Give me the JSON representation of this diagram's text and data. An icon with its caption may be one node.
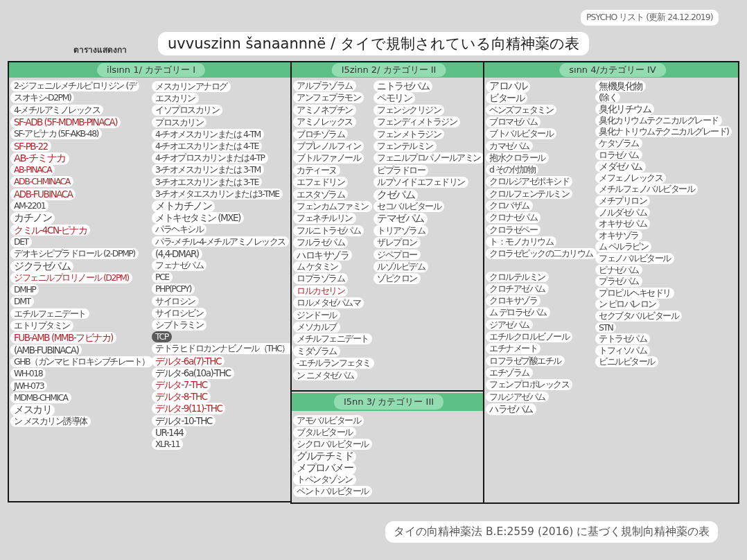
{
  "diagram": {
    "title": "uvvuszinn šanaannnë / タイで規制されている向精神薬の表",
    "caption": "タイの向精神薬法 B.E:2559 (2016) に基づく規制向精神薬の表",
    "nodes": [
      {
        "text": [
          "ilsınn 1/ カテゴリー I",
          "2-ジフェニルメチルピロリジン (デ",
          "スオキシ-D2PM)",
          "4-メチルアミノレックス",
          "SF-ADB (5F-MDMB-PINACA)",
          "SF-アピナカ (5F-AKB-48)",
          "SF-PB-22",
          "AB-チミナカ",
          "AB-PINACA",
          "ADB-CHMINACA",
          "ADB-FUBINACA",
          "AM-2201",
          "カチノン",
          "クミル-4CN-ピナカ",
          "DET",
          "デオキシピプラドロール (2-DPMP)",
          "ジクラゼパム",
          "ジフェニルプロリノール (D2PM)",
          "DMHP",
          "DMT",
          "エチルフェニデート",
          "エトリプタミン",
          "FUB-AMB (MMB-フビナカ)",
          "(AMB-FUBINACA)",
          "GHB（ガンマヒドロキシブチレート）",
          "WH-018",
          "JWH-073",
          "MDMB-CHMICA",
          "メスカリ",
          "ン メスカリン誘導体",
          "メスカリンアナログ",
          "エスカリン",
          "イソプロスカリン",
          "プロスカリン",
          "4-チオメスカリンまたは 4-TM",
          "4-チオエスカリンまたは 4-TE",
          "4-チオプロスカリンまたは4-TP",
          "3-チオメスカリンまたは 3-TM",
          "3-チオエスカリンまたは 3-TE",
          "3-チオメタエスカリンまたは3-TME",
          "メトカチノン",
          "メトキセタミン (MXE)",
          "パラヘキシル",
          "パラ-メチル-4-メチルアミノレックス",
          "(4,4-DMAR)",
          "フェナゼパム",
          "PCE",
          "PHP(PCPY)",
          "サイロシン",
          "サイロシビン",
          "シブトラミン",
          "TCP",
          "テトラヒドロカンナビノール（THC）",
          "デルタ-6a(7)-THC",
          "デルタ-6a(10a)-THC",
          "デルタ-7-THC",
          "デルタ-8-THC",
          "デルタ-9(11)-THC",
          "デルタ-10-THC",
          "UR-144",
          "XLR-11"
        ]
      },
      {
        "text": [
          "I5zinn 2/ カテゴリー II",
          "アルプラゾラム",
          "アンフェプラモン",
          "アミノネプチン",
          "アミノレックス",
          "ブロチゾラム",
          "ブプレノルフィン",
          "ブトルファノール",
          "カティーヌ",
          "エフェドリン",
          "エスタゾラム",
          "フェンカムファミン",
          "フェネチルリン",
          "フルニトラゼパム",
          "フルラゼパム",
          "ハロキサゾラ",
          "ム ケタミン",
          "ロプラゾラム",
          "ロルカセリン",
          "ロルメタゼパムマ",
          "ジンドール",
          "メソカルブ",
          "メチルフェニデート",
          "ミダゾラム",
          "-エチルランフェタミ",
          "ン ニメタゼパム",
          "ニトラゼパム",
          "ペモリン",
          "フェンシクリジン",
          "フェンディメトラジン",
          "フェンメトラジン",
          "フェンテルミン",
          "フェニルプロパノールアミン",
          "ピプラドロー",
          "ルプソイドエフェドリン",
          "クゼパム",
          "セコバルビタール",
          "テマゼパム",
          "トリアゾラム",
          "ザレプロン",
          "ジペプロー",
          "ルゾルピデム",
          "ゾピクロン"
        ]
      },
      {
        "text": [
          "I5nn 3/ カテゴリー III",
          "アモバルビタール",
          "ブタルビタール",
          "シクロバルビタール",
          "グルテチミド",
          "メプロバメー",
          "トペンタゾシン",
          "ペントバルビタール"
        ]
      },
      {
        "text": [
          "sınn 4/カテゴリー IV",
          "アロバル",
          "ビタール",
          "ベンズフェタミン",
          "ブロマゼパム",
          "ブトバルビタール",
          "カマゼパム",
          "抱水クロラール",
          "d その付加物",
          "クロルジアゼポキシド",
          "クロルフェンテルミン",
          "クロバザム",
          "クロナゼパム",
          "クロラゼペー",
          "ト：モノカリウム",
          "クロラゼピックの二カリウム",
          "クロルテルミン",
          "クロチアゼパム",
          "クロキサゾラ",
          "ム デロラゼパム",
          "ジアゼパム",
          "エチルクロルビノール",
          "エチナメート",
          "ロフラゼプ酸エチル",
          "エチゾラム",
          "フェンプロポレックス",
          "フルジアゼパム",
          "ハラゼパム",
          "無機臭化物",
          "(除く",
          "臭化リチウム",
          "臭化カリウムテクニカルグレード",
          "臭化ナトリウムテクニカルグレード)",
          "ケタゾラム",
          "ロラゼパム",
          "メダゼパム",
          "メフェノレックス",
          "メチルフェノバルビタール",
          "メチプリロン",
          "ノルダゼパム",
          "オキサゼパム",
          "オキサゾラ",
          "ム ペルラピン",
          "フェノバルビタール",
          "ピナゼパム",
          "プラゼパム",
          "プロピルヘキセドリ",
          "ン ピロバレロン",
          "セクブタバルビタール",
          "STN",
          "テトラゼパム",
          "トフィソパム",
          "ビニルビタール"
        ]
      }
    ],
    "labels": [
      "ตารางแสดงกา",
      "PSYCHO リスト (更新 24.12.2019)"
    ]
  }
}
